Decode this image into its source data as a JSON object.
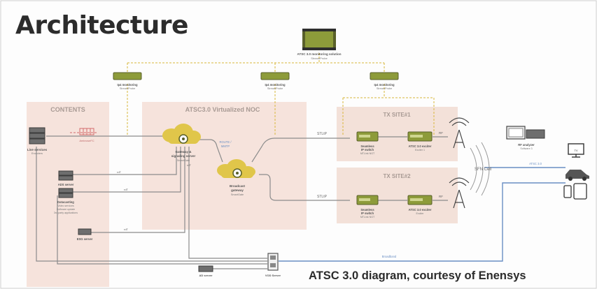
{
  "title": "Architecture",
  "caption": "ATSC 3.0 diagram, courtesy of Enensys",
  "colors": {
    "background": "#fdfdfd",
    "region_fill": "#f6e3dc",
    "tx_fill": "#f3e1d9",
    "device_green": "#8d9b3a",
    "device_dark": "#59602a",
    "cloud_yellow": "#e0c64a",
    "line_gray": "#8c8c8c",
    "line_dashed_yellow": "#d8b73a",
    "line_blue": "#6a8fc4",
    "line_red": "#d46b6b",
    "text_gray": "#555555"
  },
  "regions": {
    "contents": "CONTENTS",
    "noc": "ATSC3.0 Virtualized NOC",
    "tx1": "TX SITE#1",
    "tx2": "TX SITE#2"
  },
  "monitoring": {
    "main": "ATSC 3.0 monitoring solution",
    "main_sub": "StreamProbe",
    "probe1": "Ip4 monitoring",
    "probe1_sub": "StreamProbe",
    "probe2": "Ip4 monitoring",
    "probe2_sub": "StreamProbe",
    "probe3": "Ip4 monitoring",
    "probe3_sub": "StreamProbe"
  },
  "nodes": {
    "live_services": "Live services",
    "live_sub": "Encoders",
    "ads_server": "ADS server",
    "datacasting": "Datacasting",
    "datacasting_sub1": "Video services",
    "datacasting_sub2": "Software update",
    "datacasting_sub3": "3rd party applications",
    "esg_server": "ESG server",
    "ad_server_bottom": "AD server",
    "vod_server": "VOD Server",
    "gateway": "Gateway &",
    "gateway2": "signaling server",
    "gateway_sub": "SmartGate",
    "broadcast": "Broadcast",
    "broadcast2": "gateway",
    "broadcast_sub": "SmartGate",
    "tx1_switch": "Seamless",
    "tx1_switch2": "IP switch",
    "tx1_switch_sub": "MTLink NGT",
    "tx1_exciter": "ATSC 3.0 exciter",
    "tx1_exciter_sub": "Exciter 1",
    "tx2_switch": "Seamless",
    "tx2_switch2": "IP switch",
    "tx2_switch_sub": "MTLink NGT",
    "tx2_exciter": "ATSC 3.0 exciter",
    "tx2_exciter_sub": "Exciter",
    "rf_analyzer": "RF analyzer",
    "rf_analyzer_sub": "Software 3",
    "tv": "TV"
  },
  "links": {
    "contents_to_gw": "AmbroseFC",
    "route_stlp": "ROUTE /",
    "route_stlp2": "MMTP",
    "stltp1": "STLtP",
    "stltp2": "STLtP",
    "rf1": "RF",
    "rf2": "RF",
    "sfn": "SFN Cell",
    "atsc30": "ATSC 3.0",
    "broadband": "Broadband",
    "ads_rdt": "rdT",
    "data_rdt": "rdT",
    "esg_rdt": "rdT",
    "gw_rdt": "rdT"
  }
}
